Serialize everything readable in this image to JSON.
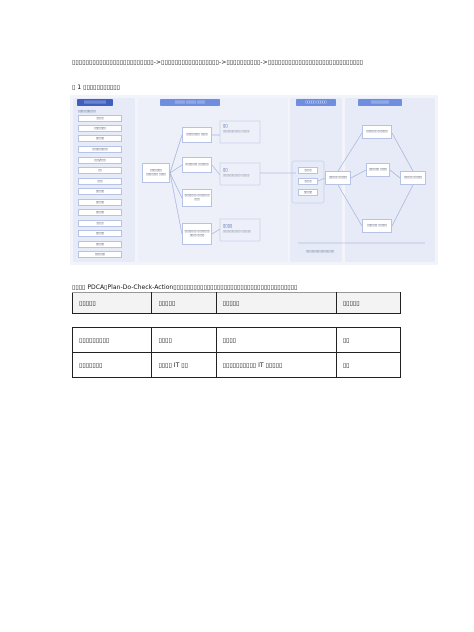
{
  "intro_paragraph": "▯▯▯▯▯▯▯▯▯▯▯▯▯▯▯▯▯▯▯▯▯▯▯▯->▯▯▯▯▯▯▯▯▯▯▯▯▯▯▯▯▯->▯▯▯▯▯▯▯▯▯▯->▯▯▯▯▯▯▯▯▯▯▯▯▯▯▯▯▯▯▯▯▯▯▯▯▯▯▯▯",
  "figure_caption": "▯ 1 ▯▯▯▯▯▯▯▯▯▯▯",
  "figure": {
    "header_left": "▯▯▯▯▯▯▯▯▯▯▯",
    "header_mid": "▯▯▯▯▯ ▯▯▯▯▯ ▯▯▯▯",
    "header_right1": "▯▯▯▯▯ ▯▯▯▯▯",
    "header_right2": "▯▯▯▯▯▯▯▯▯",
    "left_subtitle": "▯▯▯▯▯▯▯▯▯▯",
    "left_items": [
      "▯▯▯▯",
      "▯▯▯▯▯▯▯",
      "▯▯▯▯▯",
      "▯▯▯▯▯▯▯▯▯",
      "▯▯▯/▯▯▯",
      "▯▯",
      "▯▯▯",
      "▯▯▯▯▯",
      "▯▯▯▯▯",
      "▯▯▯▯▯",
      "▯▯▯▯",
      "▯▯▯▯▯",
      "▯▯▯▯▯",
      "▯▯▯▯▯▯"
    ],
    "mid_box": "▯▯▯▯▯▯▯ ▯▯▯▯▯▯▯ ▯▯▯▯",
    "flow_boxes": [
      "▯▯▯▯▯▯▯▯ ▯▯▯▯",
      "▯▯▯▯▯▯▯ ▯▯▯▯▯▯",
      "▯▯▯▯▯▯▯ ▯▯▯▯▯▯▯ ▯▯▯",
      "▯▯▯▯▯▯▯ ▯▯▯▯▯▯▯ ▯▯▯▯ ▯▯▯▯"
    ],
    "phases": [
      {
        "name": "▯▯",
        "desc": "▯▯▯▯▯▯▯▯▯▯▯ ▯▯▯▯▯"
      },
      {
        "name": "▯▯",
        "desc": "▯▯▯▯▯▯▯▯▯▯▯ ▯▯▯▯▯"
      },
      {
        "name": "▯▯▯▯",
        "desc": "▯▯▯▯▯▯▯▯▯▯▯ ▯▯▯▯▯▯"
      }
    ],
    "plan_boxes": [
      "▯▯▯▯",
      "▯▯▯▯",
      "▯▯▯▯▯"
    ],
    "cycle_boxes": [
      "▯▯▯▯▯▯ ▯▯▯▯▯▯",
      "▯▯▯▯▯ ▯▯▯▯▯",
      "▯▯▯▯▯▯ ▯▯▯▯",
      "▯▯▯▯▯ ▯▯▯▯▯",
      "▯▯▯▯▯▯ ▯▯▯▯▯"
    ],
    "bottom_note": "▯▯▯▯▯▯▯▯▯▯▯▯▯▯▯▯▯"
  },
  "paragraph2": "▯▯▯▯ PDCA▯Plan-Do-Check-Action▯▯▯▯▯▯▯▯▯▯▯▯▯▯▯▯▯▯▯▯▯▯▯▯▯▯▯▯▯▯▯▯▯▯▯▯▯",
  "table": {
    "headers": [
      "▯▯▯▯▯",
      "▯▯▯▯▯",
      "▯▯▯▯▯",
      "▯▯▯▯▯"
    ],
    "rows": [
      [
        "▯▯▯▯▯▯▯▯▯",
        "▯▯▯▯",
        "▯▯▯▯",
        "▯▯"
      ],
      [
        "▯▯▯▯▯▯▯",
        "▯▯▯▯ IT ▯▯",
        "▯▯▯▯▯▯▯▯▯▯ IT ▯▯▯▯▯",
        "▯▯"
      ]
    ]
  }
}
